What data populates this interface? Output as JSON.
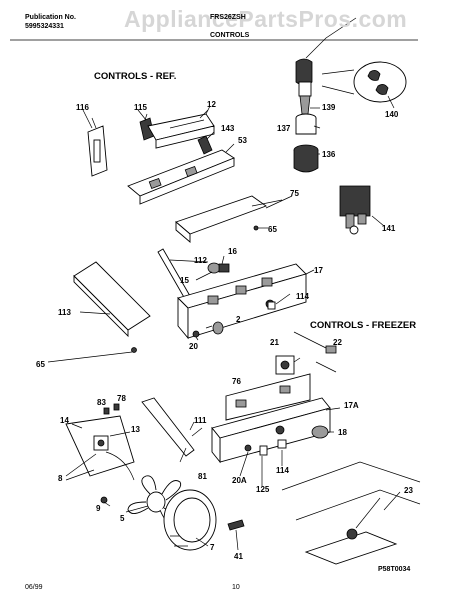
{
  "header": {
    "publication_label": "Publication No.",
    "publication_number": "5995324331",
    "model": "FRS26ZSH",
    "page_title": "CONTROLS",
    "watermark": "AppliancePartsPros.com"
  },
  "sections": {
    "ref": "CONTROLS - REF.",
    "freezer": "CONTROLS - FREEZER"
  },
  "part_numbers": [
    "116",
    "115",
    "12",
    "143",
    "53",
    "139",
    "137",
    "140",
    "136",
    "75",
    "65",
    "141",
    "16",
    "112",
    "17",
    "15",
    "113",
    "114",
    "2",
    "20",
    "65",
    "22",
    "21",
    "76",
    "17A",
    "78",
    "83",
    "14",
    "13",
    "111",
    "18",
    "8",
    "81",
    "20A",
    "114",
    "125",
    "9",
    "5",
    "23",
    "7",
    "41"
  ],
  "footer": {
    "date": "06/99",
    "page": "10",
    "drawing_code": "P58T0034"
  }
}
